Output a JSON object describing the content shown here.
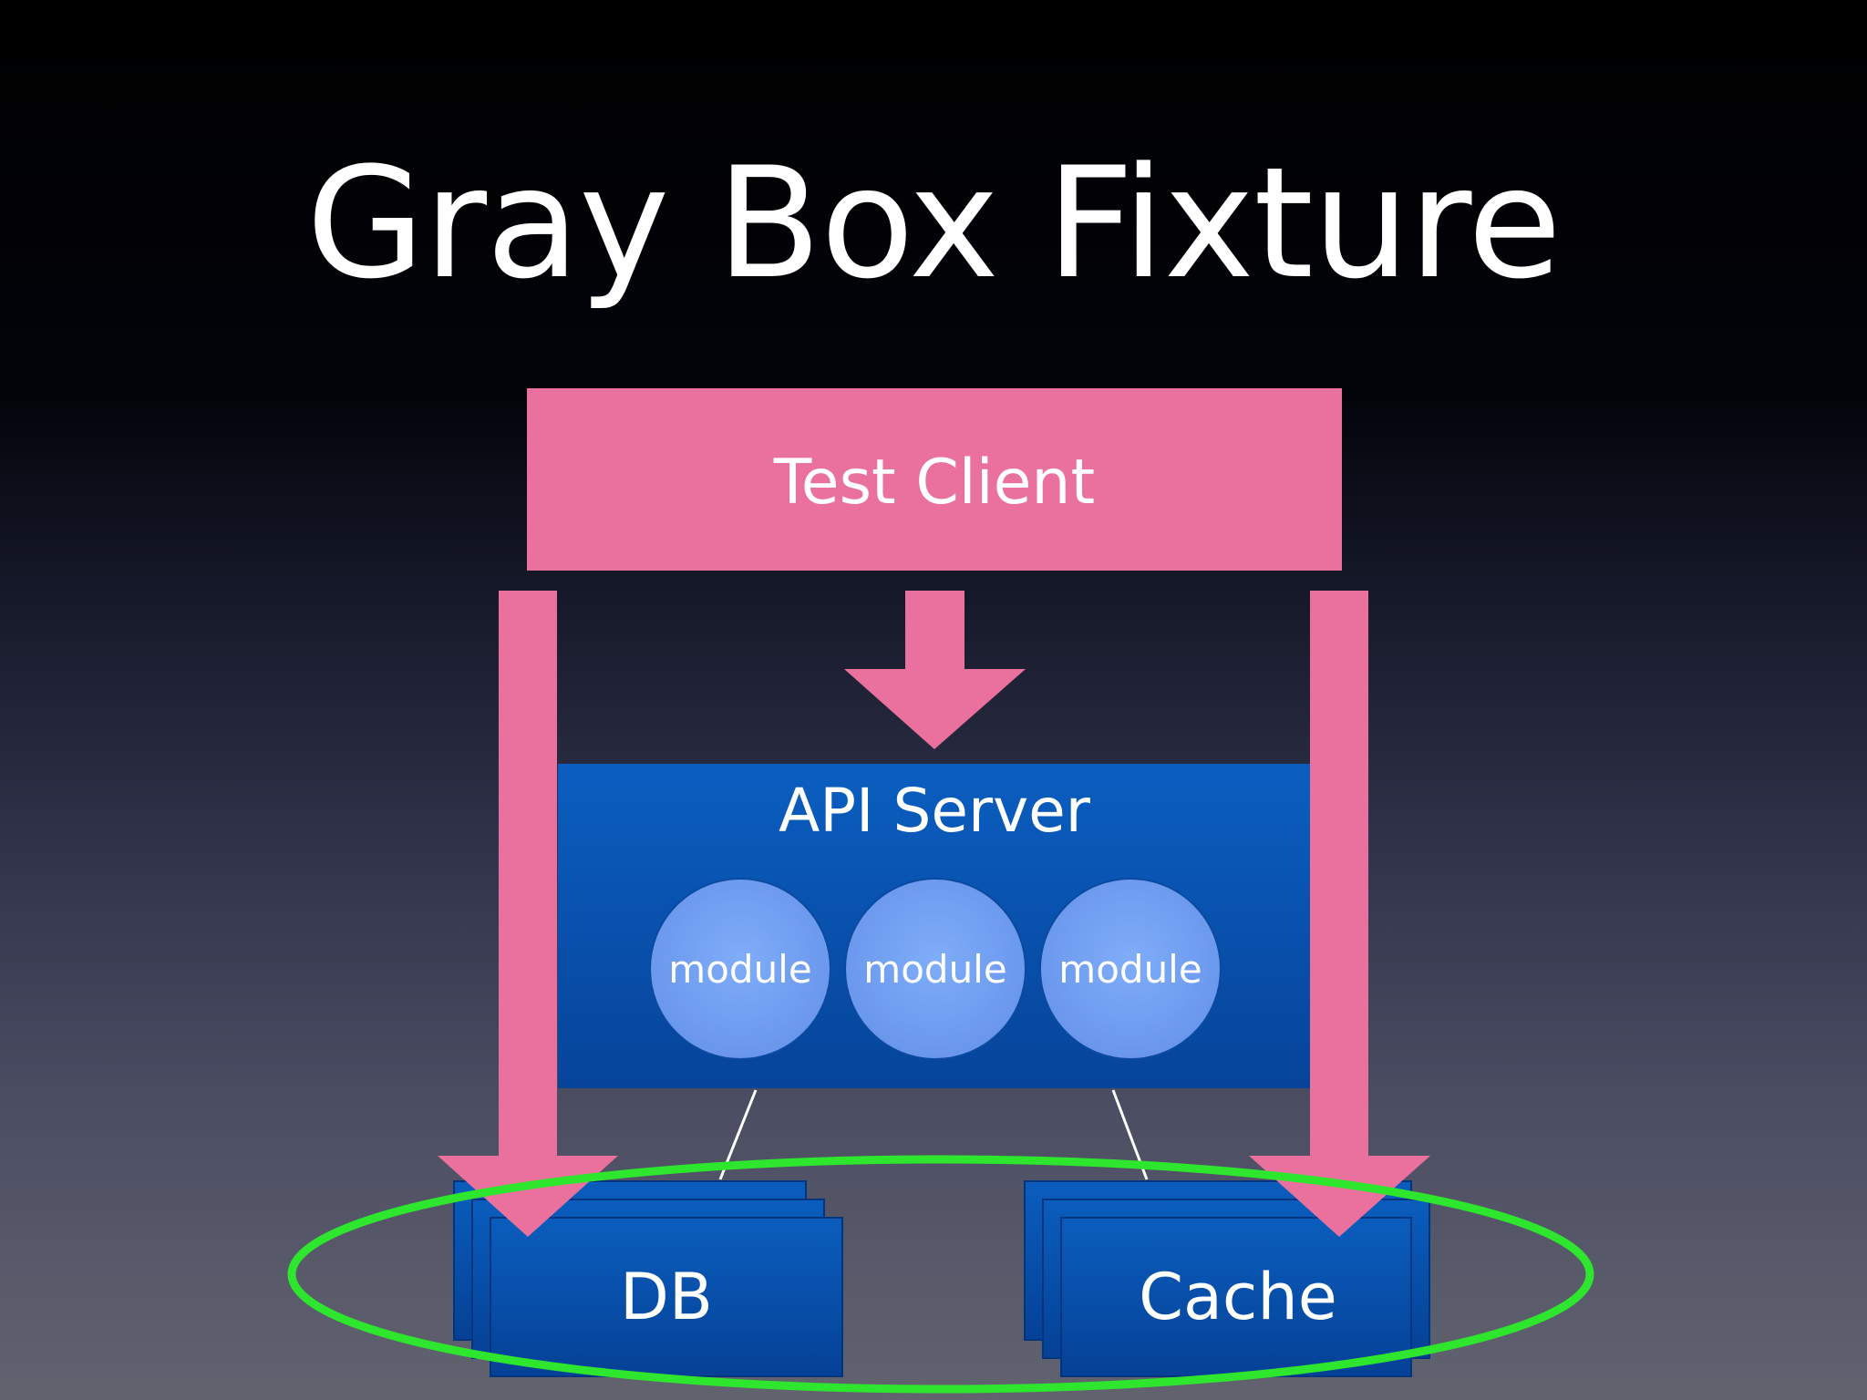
{
  "slide": {
    "title": "Gray Box Fixture"
  },
  "diagram": {
    "test_client_label": "Test Client",
    "api_server_label": "API Server",
    "modules": [
      "module",
      "module",
      "module"
    ],
    "db_label": "DB",
    "cache_label": "Cache"
  },
  "colors": {
    "test_client": "#ea719d",
    "arrows": "#ea719d",
    "api_server": "#0756b4",
    "module": "#74a4f7",
    "storage": "#0856b0",
    "highlight_ring": "#2ee62e"
  }
}
